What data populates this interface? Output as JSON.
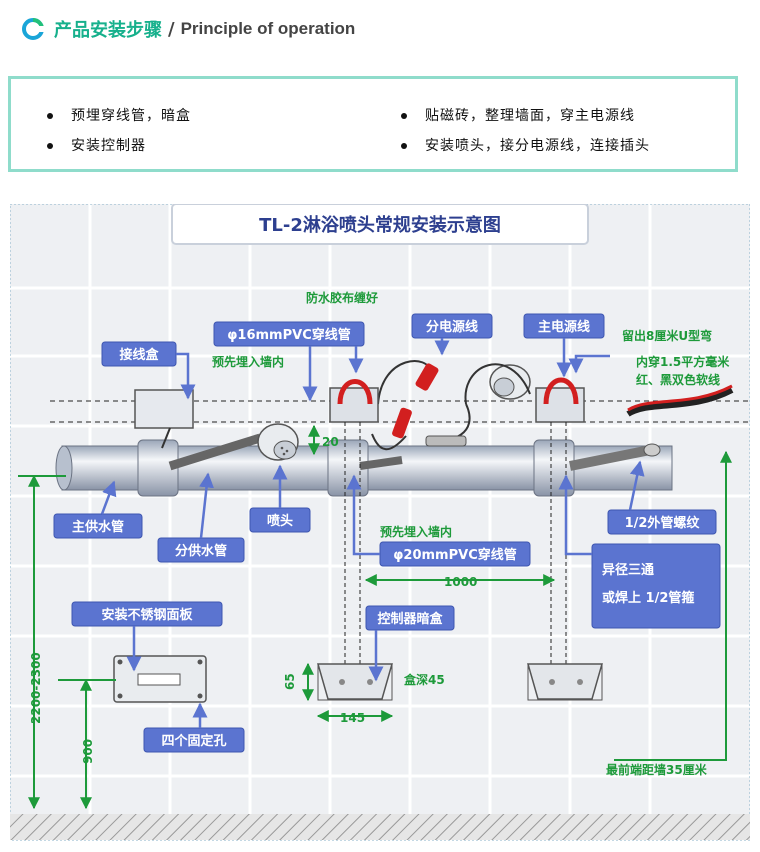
{
  "header": {
    "title_zh": "产品安装步骤",
    "separator": "/",
    "title_en": "Principle of operation"
  },
  "steps": [
    "预埋穿线管，暗盒",
    "安装控制器",
    "贴磁砖，整理墙面，穿主电源线",
    "安装喷头，接分电源线，连接插头"
  ],
  "diagram": {
    "title": "TL-2淋浴喷头常规安装示意图",
    "labels": {
      "junction_box": "接线盒",
      "pvc16": "φ16mmPVC穿线管",
      "pvc16_note": "预先埋入墙内",
      "waterproof": "防水胶布缠好",
      "branch_power": "分电源线",
      "main_power": "主电源线",
      "u_bend": "留出8厘米U型弯",
      "inner_wire": "内穿1.5平方毫米",
      "red_black": "红、黑双色软线",
      "main_pipe": "主供水管",
      "branch_pipe": "分供水管",
      "nozzle": "喷头",
      "outer_thread": "1/2外管螺纹",
      "reducer_tee_1": "异径三通",
      "reducer_tee_2": "或焊上 1/2管箍",
      "pvc20_note": "预先埋入墙内",
      "pvc20": "φ20mmPVC穿线管",
      "dist_1000": "1000",
      "panel": "安装不锈钢面板",
      "controller_box": "控制器暗盒",
      "box_depth": "盒深45",
      "dim_65": "65",
      "dim_145": "145",
      "dim_20": "20",
      "dim_2200": "2200-2300",
      "dim_900": "900",
      "fixing_holes": "四个固定孔",
      "wall_distance": "最前端距墙35厘米"
    }
  },
  "colors": {
    "accent_green": "#16b08c",
    "label_blue": "#5b74d0",
    "dim_green": "#1d9a3a",
    "bullet_border": "#8fdccb"
  }
}
